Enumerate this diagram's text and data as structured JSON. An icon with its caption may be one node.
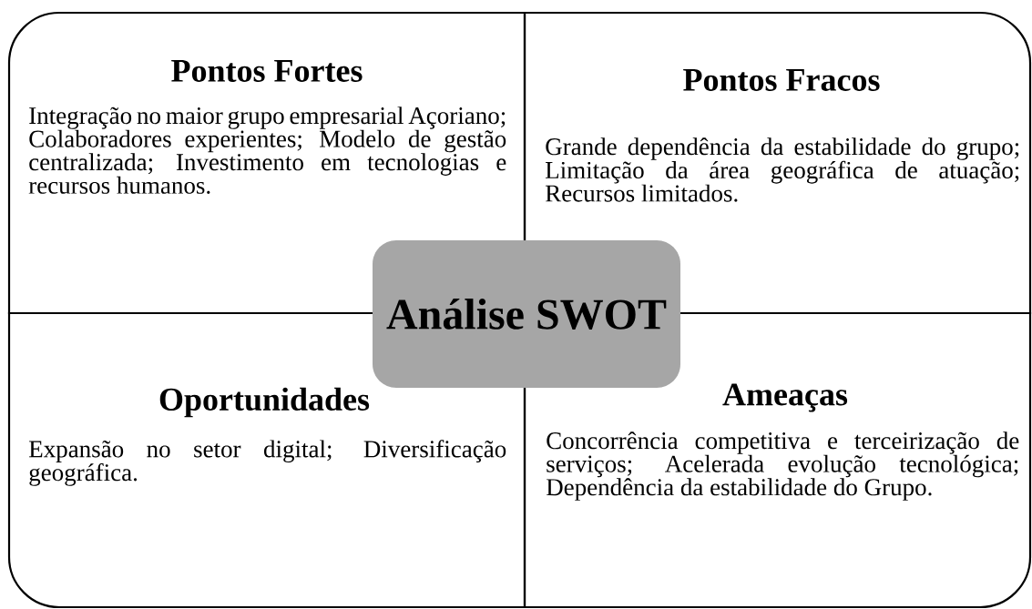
{
  "diagram": {
    "nodes": [
      {
        "text": [
          "Pontos Fortes",
          "Integração no maior grupo empresarial Açoriano; Colaboradores experientes; Modelo de gestão centralizada; Investimento em tecnologias e recursos humanos."
        ]
      },
      {
        "text": [
          "Pontos Fracos",
          "Grande dependência da estabilidade do grupo; Limitação da área geográfica de atuação; Recursos limitados."
        ]
      },
      {
        "text": [
          "Análise SWOT"
        ]
      },
      {
        "text": [
          "Oportunidades",
          "Expansão no setor digital; Diversificação geográfica."
        ]
      },
      {
        "text": [
          "Ameaças",
          "Concorrência competitiva e terceirização de serviços; Acelerada evolução tecnológica; Dependência da estabilidade do Grupo."
        ]
      }
    ]
  }
}
